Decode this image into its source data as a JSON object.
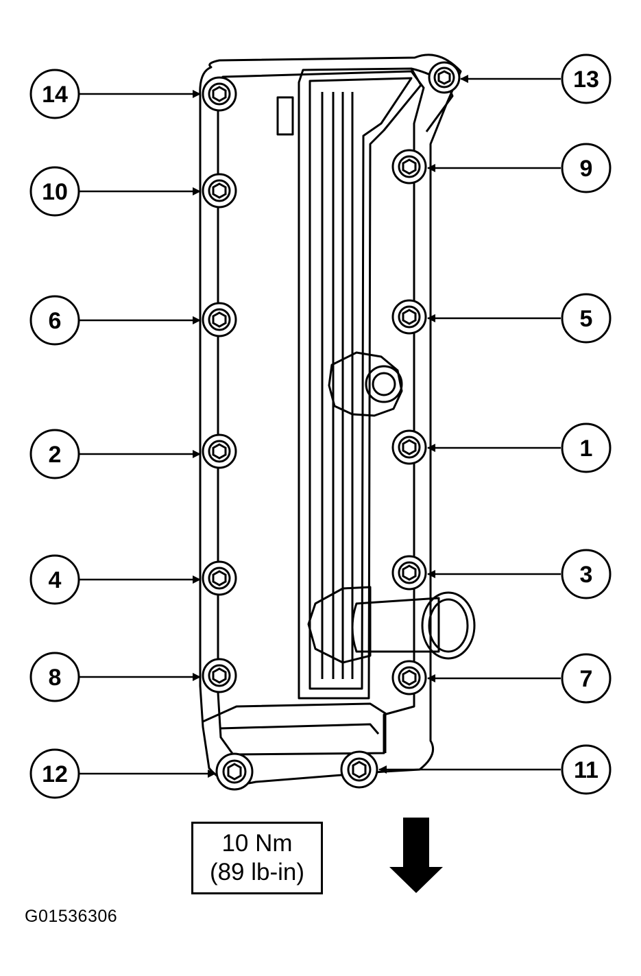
{
  "callouts": [
    {
      "label": "1"
    },
    {
      "label": "2"
    },
    {
      "label": "3"
    },
    {
      "label": "4"
    },
    {
      "label": "5"
    },
    {
      "label": "6"
    },
    {
      "label": "7"
    },
    {
      "label": "8"
    },
    {
      "label": "9"
    },
    {
      "label": "10"
    },
    {
      "label": "11"
    },
    {
      "label": "12"
    },
    {
      "label": "13"
    },
    {
      "label": "14"
    }
  ],
  "torque": {
    "metric": "10 Nm",
    "imperial": "(89 lb-in)"
  },
  "figure_id": "G01536306",
  "direction_icon": "down-arrow-icon"
}
